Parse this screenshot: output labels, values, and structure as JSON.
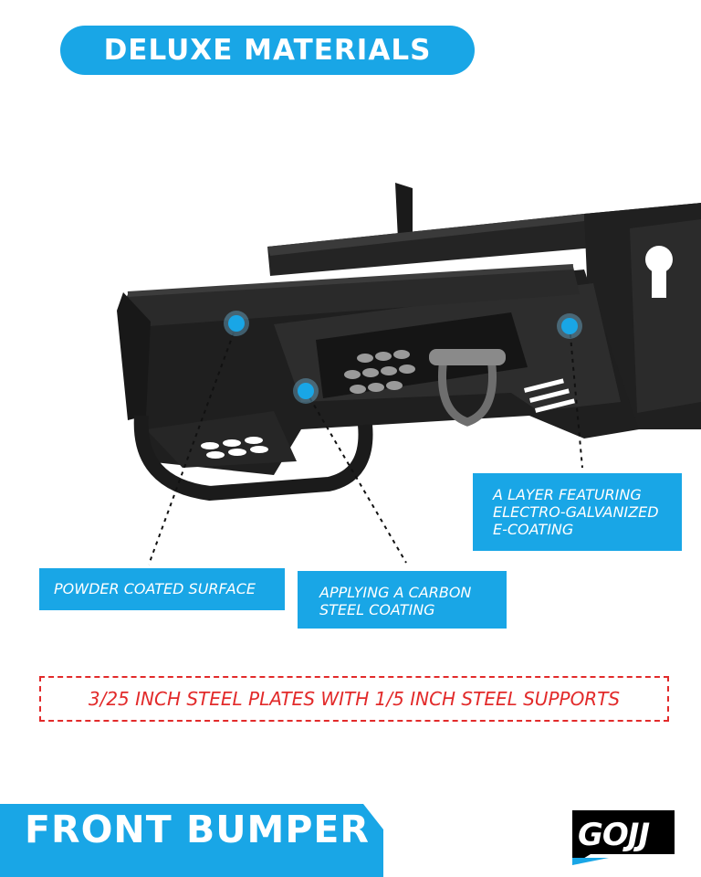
{
  "header": {
    "title": "DELUXE MATERIALS"
  },
  "callouts": {
    "galvanized": {
      "lines": [
        "A LAYER FEATURING",
        "ELECTRO-GALVANIZED",
        "E-COATING"
      ]
    },
    "powder": {
      "label": "POWDER COATED SURFACE"
    },
    "carbon": {
      "lines": [
        "APPLYING A CARBON",
        "STEEL COATING"
      ]
    }
  },
  "spec": {
    "text": "3/25 INCH STEEL PLATES WITH 1/5 INCH STEEL SUPPORTS"
  },
  "footer": {
    "title": "FRONT BUMPER",
    "logo_text": "GOJJ"
  },
  "colors": {
    "accent": "#19a6e6",
    "spec_red": "#e22a2a",
    "product": "#1b1b1b",
    "logo_bg": "#000000"
  },
  "icons": {
    "hotspot": "hotspot-dot-icon"
  }
}
